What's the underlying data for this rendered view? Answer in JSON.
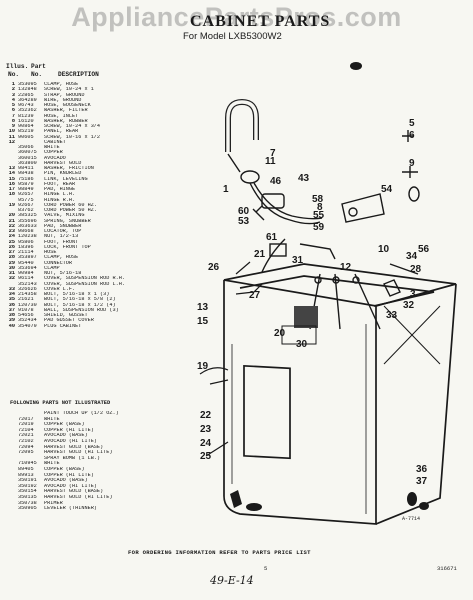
{
  "watermark": "AppliancePartsPros.com",
  "title": "CABINET PARTS",
  "subtitle": "For Model LXB5300W2",
  "headers": {
    "ill_top": "Illus.",
    "part_top": "Part",
    "ill": "No.",
    "part": "No.",
    "desc": "DESCRIPTION"
  },
  "parts": [
    {
      "ill": "1",
      "part": "353095",
      "desc": "CLAMP, HOSE"
    },
    {
      "ill": "2",
      "part": "132848",
      "desc": "SCREW, 10-24 x 1"
    },
    {
      "ill": "3",
      "part": "22865",
      "desc": "STRAP, GROUND"
    },
    {
      "ill": "4",
      "part": "364289",
      "desc": "WIRE, GROUND"
    },
    {
      "ill": "5",
      "part": "96743",
      "desc": "HOSE, GOOSENECK"
    },
    {
      "ill": "6",
      "part": "352362",
      "desc": "WASHER, FILTER"
    },
    {
      "ill": "7",
      "part": "81239",
      "desc": "HOSE, INLET"
    },
    {
      "ill": "8",
      "part": "16120",
      "desc": "WASHER, RUBBER"
    },
    {
      "ill": "9",
      "part": "90864",
      "desc": "SCREW, 10-24 x 3/4"
    },
    {
      "ill": "10",
      "part": "85219",
      "desc": "PANEL, REAR"
    },
    {
      "ill": "11",
      "part": "90605",
      "desc": "SCREW, 10-16 x 1/2"
    },
    {
      "ill": "12",
      "part": "",
      "desc": "CABINET"
    },
    {
      "ill": "",
      "part": "35066",
      "desc": "WHITE"
    },
    {
      "ill": "",
      "part": "360075",
      "desc": "COPPER"
    },
    {
      "ill": "",
      "part": "360015",
      "desc": "AVOCADO"
    },
    {
      "ill": "",
      "part": "363800",
      "desc": "HARVEST GOLD"
    },
    {
      "ill": "13",
      "part": "98411",
      "desc": "WASHER, FRICTION"
    },
    {
      "ill": "14",
      "part": "98438",
      "desc": "PIN, KNURLED"
    },
    {
      "ill": "15",
      "part": "75186",
      "desc": "LINK, LEVELING"
    },
    {
      "ill": "16",
      "part": "95879",
      "desc": "FOOT, REAR"
    },
    {
      "ill": "17",
      "part": "98849",
      "desc": "PAD, HINGE"
    },
    {
      "ill": "18",
      "part": "92657",
      "desc": "HINGE L.H."
    },
    {
      "ill": "",
      "part": "95775",
      "desc": "HINGE R.H."
    },
    {
      "ill": "19",
      "part": "92667",
      "desc": "CORD POWER 60 HZ."
    },
    {
      "ill": "",
      "part": "83762",
      "desc": "CORD POWER 50 HZ."
    },
    {
      "ill": "20",
      "part": "385325",
      "desc": "VALVE, MIXING"
    },
    {
      "ill": "21",
      "part": "355696",
      "desc": "SPRING, SNUBBER"
    },
    {
      "ill": "22",
      "part": "363633",
      "desc": "PAD, SNUBBER"
    },
    {
      "ill": "23",
      "part": "98668",
      "desc": "LOCATOR, TOP"
    },
    {
      "ill": "24",
      "part": "120238",
      "desc": "NUT, 1/2-13"
    },
    {
      "ill": "25",
      "part": "95806",
      "desc": "FOOT, FRONT"
    },
    {
      "ill": "26",
      "part": "18396",
      "desc": "LOCK, FRONT TOP"
    },
    {
      "ill": "27",
      "part": "21114",
      "desc": "HOSE"
    },
    {
      "ill": "28",
      "part": "353897",
      "desc": "CLAMP, HOSE"
    },
    {
      "ill": "29",
      "part": "95440",
      "desc": "CONNECTOR"
    },
    {
      "ill": "30",
      "part": "353694",
      "desc": "CLAMP"
    },
    {
      "ill": "31",
      "part": "90984",
      "desc": "NUT, 5/16-18"
    },
    {
      "ill": "32",
      "part": "96114",
      "desc": "COVER, SUSPENSION ROD R.H."
    },
    {
      "ill": "",
      "part": "352143",
      "desc": "COVER, SUSPENSION ROD L.H."
    },
    {
      "ill": "33",
      "part": "326626",
      "desc": "COVER L.F."
    },
    {
      "ill": "34",
      "part": "214358",
      "desc": "BOLT, 5/16-18 x 1 (3)"
    },
    {
      "ill": "35",
      "part": "21621",
      "desc": "BOLT, 5/16-18 x 5/8 (2)"
    },
    {
      "ill": "36",
      "part": "120730",
      "desc": "BOLT, 5/16-18 x 1/2 (4)"
    },
    {
      "ill": "37",
      "part": "91078",
      "desc": "BALL, SUSPENSION ROD (3)"
    },
    {
      "ill": "38",
      "part": "54656",
      "desc": "SHIELD, GUSSET"
    },
    {
      "ill": "39",
      "part": "352434",
      "desc": "PAD GUSSET COVER"
    },
    {
      "ill": "40",
      "part": "354079",
      "desc": "PLUG CABINET"
    }
  ],
  "following": "FOLLOWING PARTS NOT ILLUSTRATED",
  "not_illustrated": [
    {
      "part": "",
      "desc": "PAINT TOUCH UP (1/2 OZ.)"
    },
    {
      "part": "72017",
      "desc": "WHITE"
    },
    {
      "part": "72019",
      "desc": "COPPER (BASE)"
    },
    {
      "part": "72104",
      "desc": "COPPER (HI LITE)"
    },
    {
      "part": "72021",
      "desc": "AVOCADO (BASE)"
    },
    {
      "part": "72102",
      "desc": "AVOCADO (HI LITE)"
    },
    {
      "part": "72094",
      "desc": "HARVEST GOLD (BASE)"
    },
    {
      "part": "72095",
      "desc": "HARVEST GOLD (HI LITE)"
    },
    {
      "part": "",
      "desc": "SPRAY BOMB (1 LB.)"
    },
    {
      "part": "710945",
      "desc": "WHITE"
    },
    {
      "part": "89405",
      "desc": "COPPER (BASE)"
    },
    {
      "part": "89913",
      "desc": "COPPER (HI LITE)"
    },
    {
      "part": "350191",
      "desc": "AVOCADO (BASE)"
    },
    {
      "part": "350192",
      "desc": "AVOCADO (HI LITE)"
    },
    {
      "part": "350154",
      "desc": "HARVEST GOLD (BASE)"
    },
    {
      "part": "350135",
      "desc": "HARVEST GOLD (HI LITE)"
    },
    {
      "part": "350738",
      "desc": "PRIMER"
    },
    {
      "part": "350905",
      "desc": "LEVELER (THINNER)"
    }
  ],
  "callouts": [
    "5",
    "6",
    "7",
    "9",
    "54",
    "11",
    "46",
    "43",
    "1",
    "58",
    "8",
    "55",
    "59",
    "60",
    "53",
    "61",
    "10",
    "56",
    "21",
    "31",
    "26",
    "12",
    "28",
    "34",
    "3",
    "27",
    "32",
    "13",
    "33",
    "15",
    "20",
    "30",
    "19",
    "22",
    "23",
    "24",
    "25",
    "36",
    "37"
  ],
  "figure_code": "A-7714",
  "ordering": "FOR ORDERING INFORMATION REFER TO PARTS PRICE LIST",
  "page_number": "5",
  "doc_number": "316671",
  "handwritten": "49-E-14"
}
